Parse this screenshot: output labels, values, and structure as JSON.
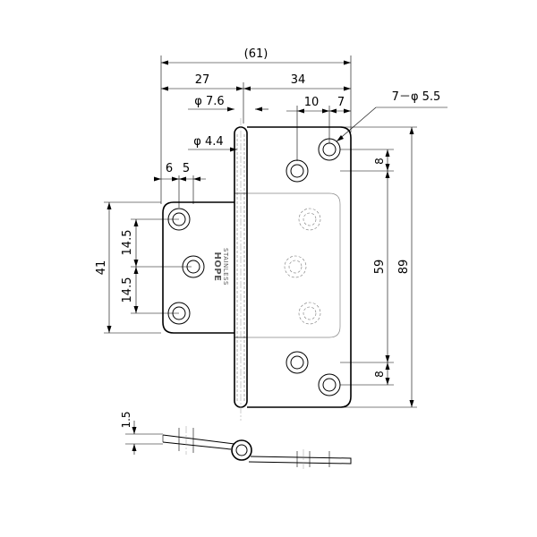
{
  "dimensions": {
    "overall_width": "(61)",
    "left_width": "27",
    "right_width": "34",
    "pin_diameter": "φ 7.6",
    "pin_inner_diameter": "φ 4.4",
    "hole_spacing_x": "10",
    "hole_edge_x": "7",
    "holes": "7－φ 5.5",
    "left_edge_6": "6",
    "left_edge_5": "5",
    "right_top_8": "8",
    "right_bottom_8": "8",
    "right_span": "59",
    "total_height": "89",
    "left_height": "41",
    "left_spacing_top": "14.5",
    "left_spacing_bottom": "14.5",
    "thickness": "1.5"
  },
  "brand": {
    "line1": "STAINLESS",
    "line2": "HOPE"
  }
}
